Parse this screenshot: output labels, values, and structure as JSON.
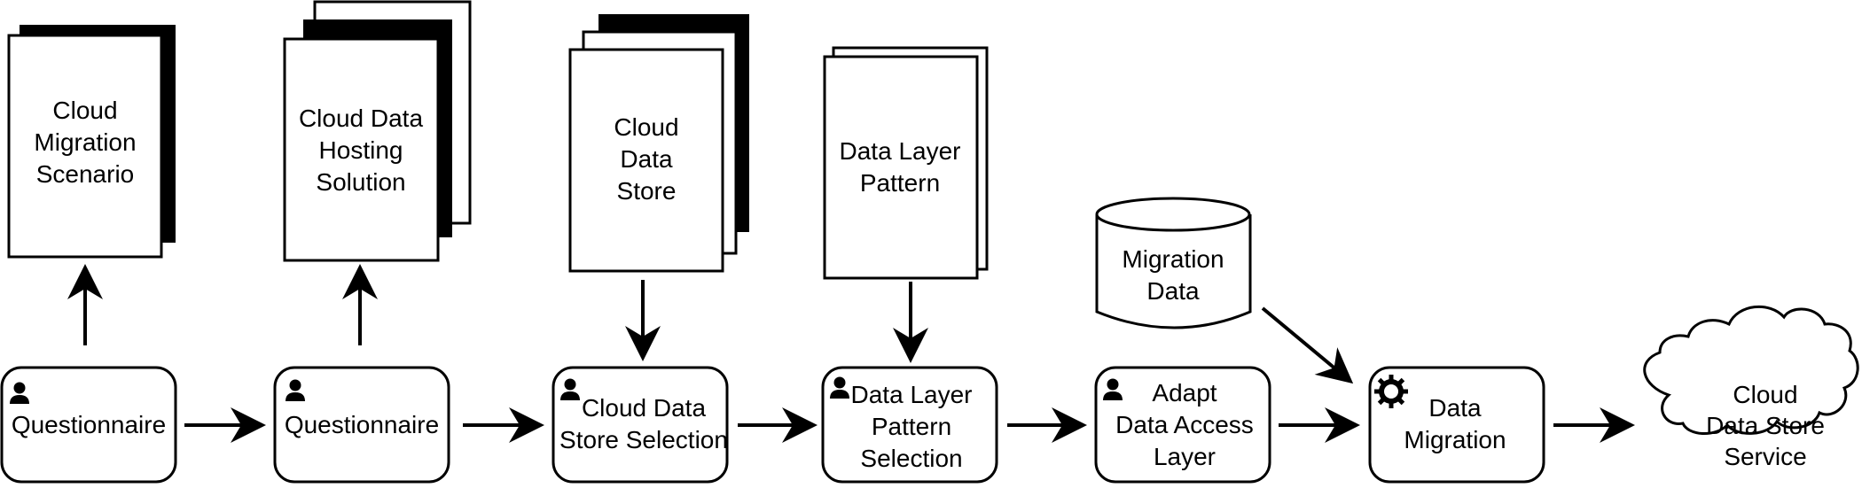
{
  "artifacts": {
    "cloud_migration_scenario": {
      "lines": [
        "Cloud",
        "Migration",
        "Scenario"
      ]
    },
    "cloud_data_hosting_solution": {
      "lines": [
        "Cloud Data",
        "Hosting",
        "Solution"
      ]
    },
    "cloud_data_store": {
      "lines": [
        "Cloud",
        "Data",
        "Store"
      ]
    },
    "data_layer_pattern": {
      "lines": [
        "Data Layer",
        "Pattern"
      ]
    },
    "migration_data": {
      "lines": [
        "Migration",
        "Data"
      ]
    }
  },
  "tasks": {
    "questionnaire_1": {
      "lines": [
        "Questionnaire"
      ],
      "kind": "user-task"
    },
    "questionnaire_2": {
      "lines": [
        "Questionnaire"
      ],
      "kind": "user-task"
    },
    "cloud_data_store_selection": {
      "lines": [
        "Cloud Data",
        "Store Selection"
      ],
      "kind": "user-task"
    },
    "data_layer_pattern_selection": {
      "lines": [
        "Data Layer",
        "Pattern",
        "Selection"
      ],
      "kind": "user-task"
    },
    "adapt_data_access_layer": {
      "lines": [
        "Adapt",
        "Data Access",
        "Layer"
      ],
      "kind": "user-task"
    },
    "data_migration": {
      "lines": [
        "Data",
        "Migration"
      ],
      "kind": "service-task"
    }
  },
  "result": {
    "cloud_data_store_service": {
      "lines": [
        "Cloud",
        "Data Store",
        "Service"
      ]
    }
  },
  "icons": {
    "user_task": "person-icon",
    "service_task": "gear-icon"
  },
  "colors": {
    "stroke": "#000000",
    "fill": "#ffffff"
  }
}
